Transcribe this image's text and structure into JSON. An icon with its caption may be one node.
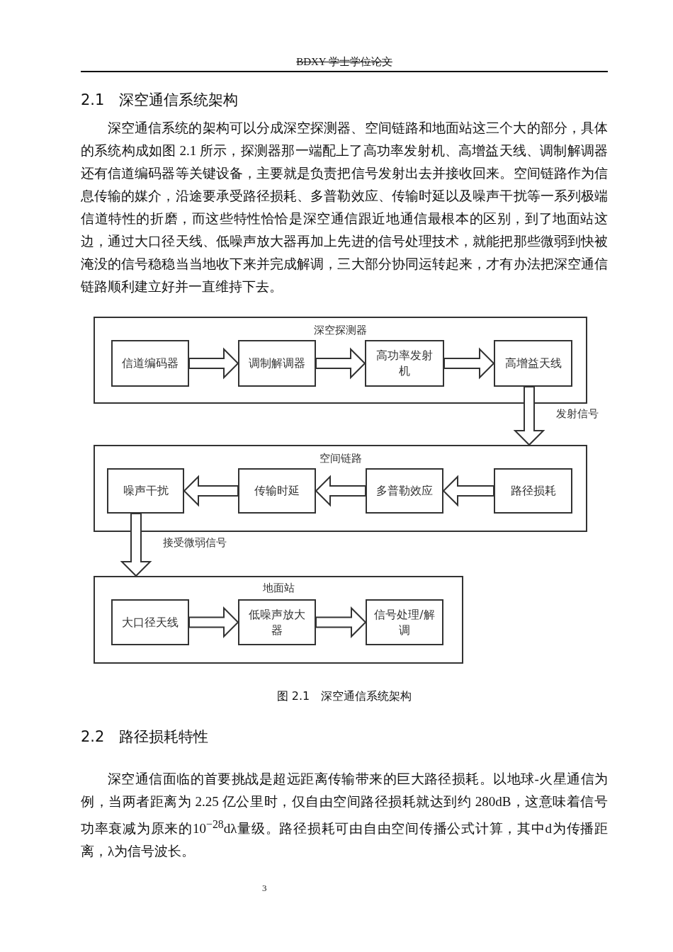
{
  "diagram": {
    "caption": "图 2.1　深空通信系统架构",
    "nodes": [
      {
        "text": [
          "深空探测器"
        ]
      },
      {
        "text": [
          "信道编码器"
        ],
        "in": 0
      },
      {
        "text": [
          "调制解调器"
        ],
        "in": 0
      },
      {
        "text": [
          "高功率发射机"
        ],
        "in": 0
      },
      {
        "text": [
          "高增益天线"
        ],
        "in": 0
      },
      {
        "text": [
          "空间链路"
        ]
      },
      {
        "text": [
          "噪声干扰"
        ],
        "in": 5
      },
      {
        "text": [
          "传输时延"
        ],
        "in": 5
      },
      {
        "text": [
          "多普勒效应"
        ],
        "in": 5
      },
      {
        "text": [
          "路径损耗"
        ],
        "in": 5
      },
      {
        "text": [
          "地面站"
        ]
      },
      {
        "text": [
          "大口径天线"
        ],
        "in": 10
      },
      {
        "text": [
          "低噪声放大器"
        ],
        "in": 10
      },
      {
        "text": [
          "信号处理/解调"
        ],
        "in": 10
      }
    ],
    "edges": [
      {
        "from": 1,
        "to": 2,
        "arrow": "to"
      },
      {
        "from": 2,
        "to": 3,
        "arrow": "to"
      },
      {
        "from": 3,
        "to": 4,
        "arrow": "to"
      },
      {
        "from": 4,
        "to": 5,
        "arrow": "to",
        "label": "发射信号"
      },
      {
        "from": 9,
        "to": 8,
        "arrow": "to"
      },
      {
        "from": 8,
        "to": 7,
        "arrow": "to"
      },
      {
        "from": 7,
        "to": 6,
        "arrow": "to"
      },
      {
        "from": 6,
        "to": 10,
        "arrow": "to",
        "label": "接受微弱信号"
      },
      {
        "from": 11,
        "to": 12,
        "arrow": "to"
      },
      {
        "from": 12,
        "to": 13,
        "arrow": "to"
      }
    ],
    "labels": [
      "BDXY 学士学位论文",
      "2.1　深空通信系统架构",
      "深空通信系统的架构可以分成深空探测器、空间链路和地面站这三个大的部分，具体的系统构成如图 2.1 所示，探测器那一端配上了高功率发射机、高增益天线、调制解调器还有信道编码器等关键设备，主要就是负责把信号发射出去并接收回来。空间链路作为信息传输的媒介，沿途要承受路径损耗、多普勒效应、传输时延以及噪声干扰等一系列极端信道特性的折磨，而这些特性恰恰是深空通信跟近地通信最根本的区别，到了地面站这边，通过大口径天线、低噪声放大器再加上先进的信号处理技术，就能把那些微弱到快被淹没的信号稳稳当当地收下来并完成解调，三大部分协同运转起来，才有办法把深空通信链路顺利建立好并一直维持下去。",
      "2.2　路径损耗特性",
      "深空通信面临的首要挑战是超远距离传输带来的巨大路径损耗。以地球-火星通信为例，当两者距离为 2.25 亿公里时，仅自由空间路径损耗就达到约 280dB，这意味着信号功率衰减为原来的10$^{−28}$dλ量级。路径损耗可由自由空间传播公式计算，其中d为传播距离，λ为信号波长。",
      "3"
    ]
  }
}
